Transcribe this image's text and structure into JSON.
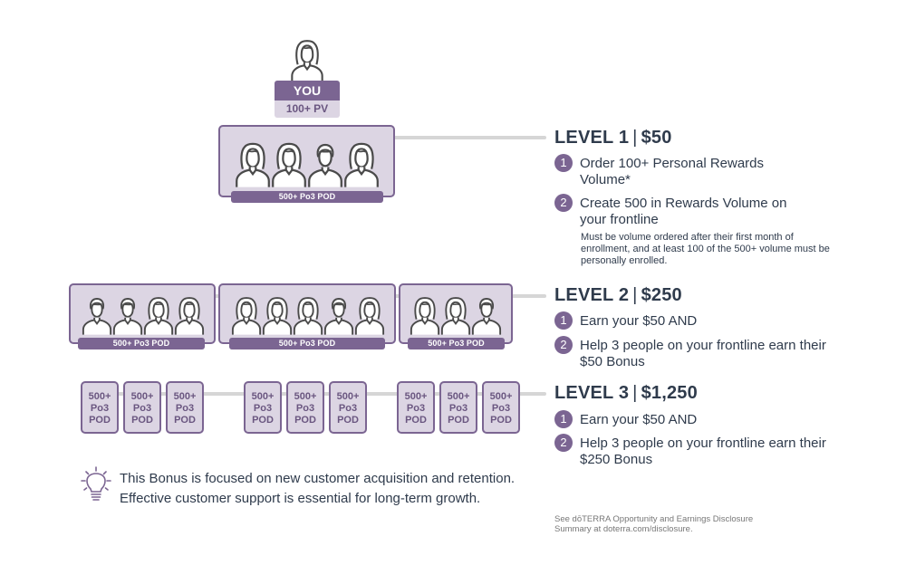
{
  "colors": {
    "accent_purple": "#7b6592",
    "light_purple": "#dcd5e3",
    "text_dark": "#2f3b4c",
    "connector_gray": "#d6d6d6"
  },
  "you": {
    "label": "YOU",
    "pv": "100+ PV",
    "icon": "person-female-icon"
  },
  "pods": {
    "label": "500+ Po3 POD",
    "mini_lines": [
      "500+",
      "Po3",
      "POD"
    ]
  },
  "tier1": {
    "people": [
      "female",
      "female",
      "male",
      "female"
    ]
  },
  "tier2": [
    {
      "people": [
        "male",
        "male",
        "female",
        "female"
      ]
    },
    {
      "people": [
        "female",
        "female",
        "female",
        "male",
        "female"
      ]
    },
    {
      "people": [
        "female",
        "female",
        "male"
      ]
    }
  ],
  "tier3": {
    "groups": [
      3,
      3,
      3
    ]
  },
  "levels": [
    {
      "title": "LEVEL 1",
      "amount": "$50",
      "steps": [
        {
          "num": "1",
          "text": "Order 100+ Personal Rewards Volume*"
        },
        {
          "num": "2",
          "text": "Create 500 in Rewards Volume on your frontline"
        }
      ],
      "note": "Must be volume ordered after their first month of enrollment, and at least 100 of the 500+ volume must be personally enrolled."
    },
    {
      "title": "LEVEL 2",
      "amount": "$250",
      "steps": [
        {
          "num": "1",
          "text": "Earn your $50 AND"
        },
        {
          "num": "2",
          "text": "Help 3 people on your frontline earn their $50 Bonus"
        }
      ]
    },
    {
      "title": "LEVEL 3",
      "amount": "$1,250",
      "steps": [
        {
          "num": "1",
          "text": "Earn your $50 AND"
        },
        {
          "num": "2",
          "text": "Help 3 people on your frontline earn their $250 Bonus"
        }
      ]
    }
  ],
  "tip": {
    "icon": "lightbulb-icon",
    "line1": "This Bonus is focused on new customer acquisition and retention.",
    "line2": "Effective customer support is essential for long-term growth."
  },
  "disclosure": {
    "line1": "See dōTERRA Opportunity and Earnings Disclosure",
    "line2": "Summary at doterra.com/disclosure."
  }
}
